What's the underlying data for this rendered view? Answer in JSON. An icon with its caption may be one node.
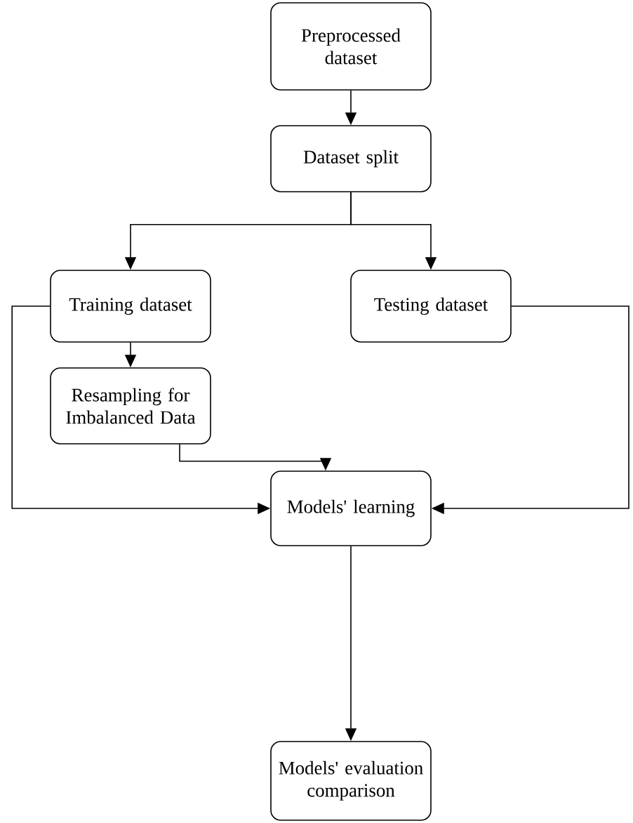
{
  "diagram": {
    "nodes": [
      {
        "text": [
          "Preprocessed dataset"
        ]
      },
      {
        "text": [
          "Dataset split"
        ]
      },
      {
        "text": [
          "Training dataset"
        ]
      },
      {
        "text": [
          "Testing dataset"
        ]
      },
      {
        "text": [
          "Resampling for Imbalanced Data"
        ]
      },
      {
        "text": [
          "Models' learning"
        ]
      },
      {
        "text": [
          "Models' evaluation comparison"
        ]
      }
    ],
    "edges": [
      {
        "from": 0,
        "to": 1,
        "arrow": "to"
      },
      {
        "from": 1,
        "to": 2,
        "arrow": "to"
      },
      {
        "from": 1,
        "to": 3,
        "arrow": "to"
      },
      {
        "from": 2,
        "to": 4,
        "arrow": "to"
      },
      {
        "from": 4,
        "to": 5,
        "arrow": "to"
      },
      {
        "from": 2,
        "to": 5,
        "arrow": "to"
      },
      {
        "from": 3,
        "to": 5,
        "arrow": "to"
      },
      {
        "from": 5,
        "to": 6,
        "arrow": "to"
      }
    ]
  }
}
